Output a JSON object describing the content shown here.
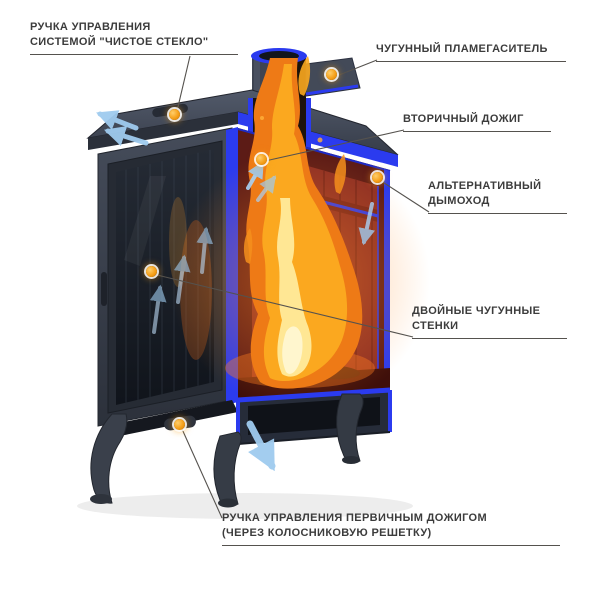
{
  "diagram": {
    "callouts": [
      {
        "id": "clean-glass-control",
        "lines": [
          "РУЧКА УПРАВЛЕНИЯ",
          "СИСТЕМОЙ \"ЧИСТОЕ СТЕКЛО\""
        ]
      },
      {
        "id": "cast-iron-flame-arrester",
        "lines": [
          "ЧУГУННЫЙ ПЛАМЕГАСИТЕЛЬ"
        ]
      },
      {
        "id": "secondary-afterburn",
        "lines": [
          "ВТОРИЧНЫЙ ДОЖИГ"
        ]
      },
      {
        "id": "alternative-flue",
        "lines": [
          "АЛЬТЕРНАТИВНЫЙ",
          "ДЫМОХОД"
        ]
      },
      {
        "id": "double-cast-iron-walls",
        "lines": [
          "ДВОЙНЫЕ ЧУГУННЫЕ",
          "СТЕНКИ"
        ]
      },
      {
        "id": "primary-afterburn-control",
        "lines": [
          "РУЧКА УПРАВЛЕНИЯ ПЕРВИЧНЫМ ДОЖИГОМ",
          "(ЧЕРЕЗ КОЛОСНИКОВУЮ РЕШЕТКУ)"
        ]
      }
    ],
    "colors": {
      "background": "#FFFFFF",
      "label_text": "#3C3C3C",
      "callout_line": "#55524E",
      "marker_dot": "#F59F18",
      "cut_surface_blue": "#2B3BEF",
      "stove_body": "#3A404C",
      "firebox_wall_red": "#8E2F24",
      "flame_outer": "#EE7A16",
      "flame_mid": "#FBA81F",
      "flame_core": "#FFE794",
      "airflow_arrow": "#9FCBEF"
    }
  }
}
